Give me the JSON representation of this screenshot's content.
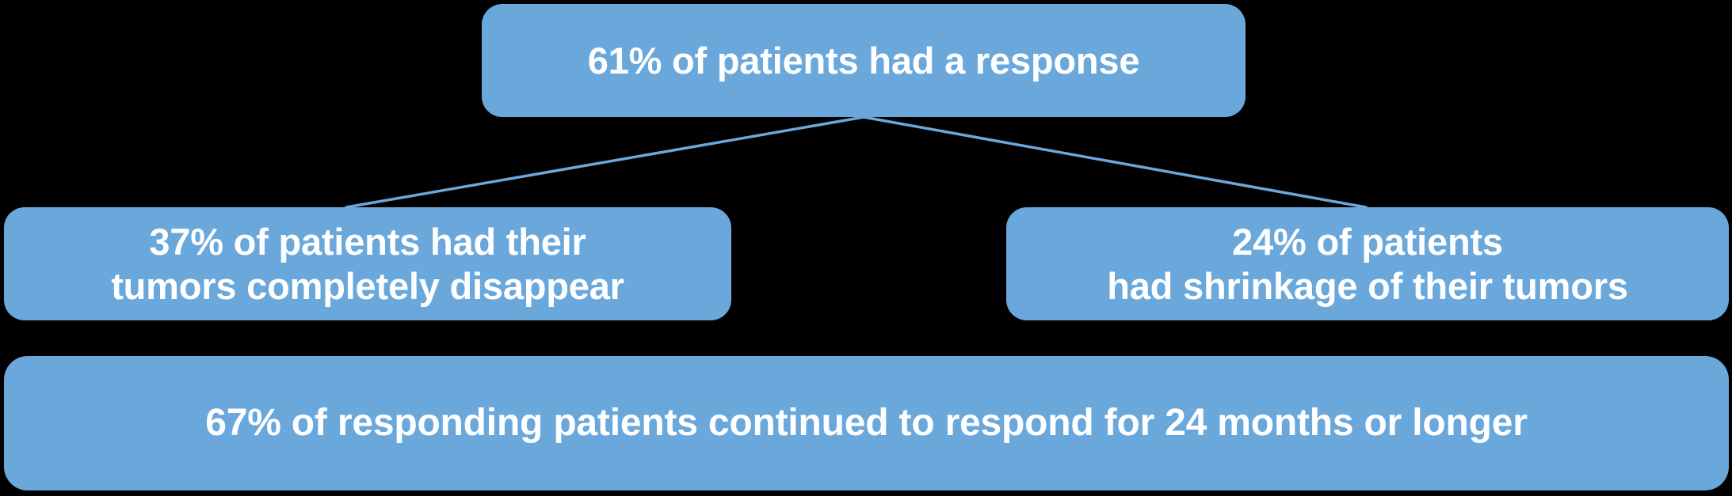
{
  "diagram": {
    "type": "tree",
    "background_color": "#000000",
    "node_color": "#6AA8DC",
    "text_color": "#FFFFFF",
    "connector_color": "#6AA8DC",
    "nodes": [
      {
        "id": "root",
        "name": "response-rate-node",
        "text": "61% of patients had a response",
        "value": "61%",
        "level": 0
      },
      {
        "id": "left",
        "name": "complete-response-node",
        "text": "37% of patients had their\ntumors completely disappear",
        "value": "37%",
        "level": 1
      },
      {
        "id": "right",
        "name": "partial-response-node",
        "text": "24% of patients\nhad shrinkage of their tumors",
        "value": "24%",
        "level": 1
      },
      {
        "id": "bottom",
        "name": "duration-of-response-node",
        "text": "67% of responding patients continued to respond for 24 months or longer",
        "value": "67%",
        "level": 2
      }
    ],
    "connectors": [
      {
        "name": "connector-root-to-left",
        "from": "root",
        "to": "left"
      },
      {
        "name": "connector-root-to-right",
        "from": "root",
        "to": "right"
      }
    ]
  }
}
